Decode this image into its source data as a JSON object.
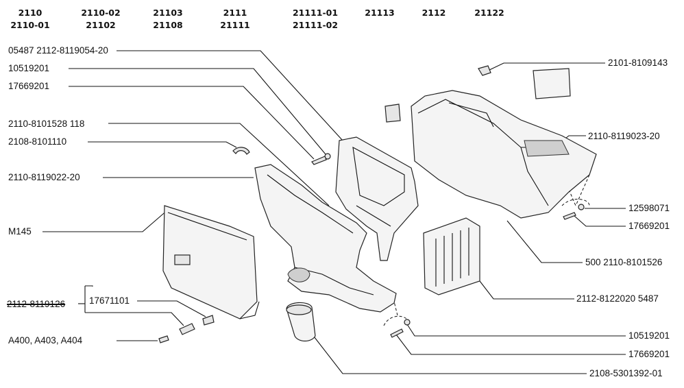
{
  "models": [
    {
      "top": "2110",
      "bottom": "2110-01"
    },
    {
      "top": "2110-02",
      "bottom": "21102"
    },
    {
      "top": "21103",
      "bottom": "21108"
    },
    {
      "top": "2111",
      "bottom": "21111"
    },
    {
      "top": "21111-01",
      "bottom": "21111-02"
    },
    {
      "top": "21113",
      "bottom": ""
    },
    {
      "top": "2112",
      "bottom": ""
    },
    {
      "top": "21122",
      "bottom": ""
    }
  ],
  "left_labels": [
    "05487 2112-8119054-20",
    "10519201",
    "17669201",
    "2110-8101528 118",
    "2108-8101110",
    "2110-8119022-20",
    "M145",
    "2112-8119126",
    "17671101",
    "A400, A403, A404"
  ],
  "right_labels": [
    "2101-8109143",
    "2110-8119023-20",
    "12598071",
    "17669201",
    "500 2110-8101526",
    "2112-8122020 5487",
    "10519201",
    "17669201",
    "2108-5301392-01"
  ]
}
